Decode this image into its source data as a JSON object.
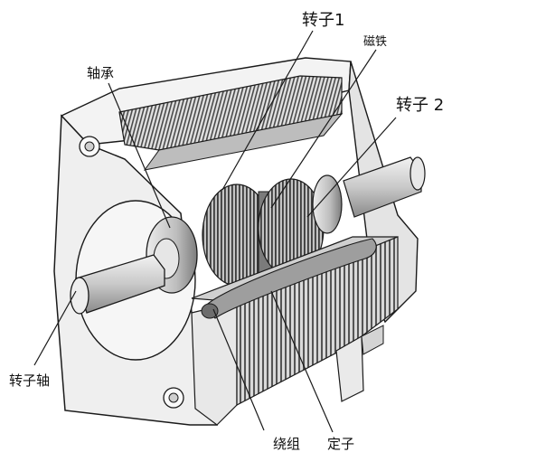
{
  "labels": {
    "rotor1": "转子1",
    "magnet": "磁铁",
    "bearing": "轴承",
    "rotor2": "转子 2",
    "shaft": "转子轴",
    "winding": "绕组",
    "stator": "定子"
  },
  "colors": {
    "line": "#1a1a1a",
    "housing_light": "#f0f0f0",
    "housing_mid": "#d8d8d8",
    "lamination_dark": "#4a4a4a",
    "lamination_light": "#cfcfcf",
    "rotor_mid": "#9a9a9a",
    "shaft": "#c8c8c8"
  }
}
